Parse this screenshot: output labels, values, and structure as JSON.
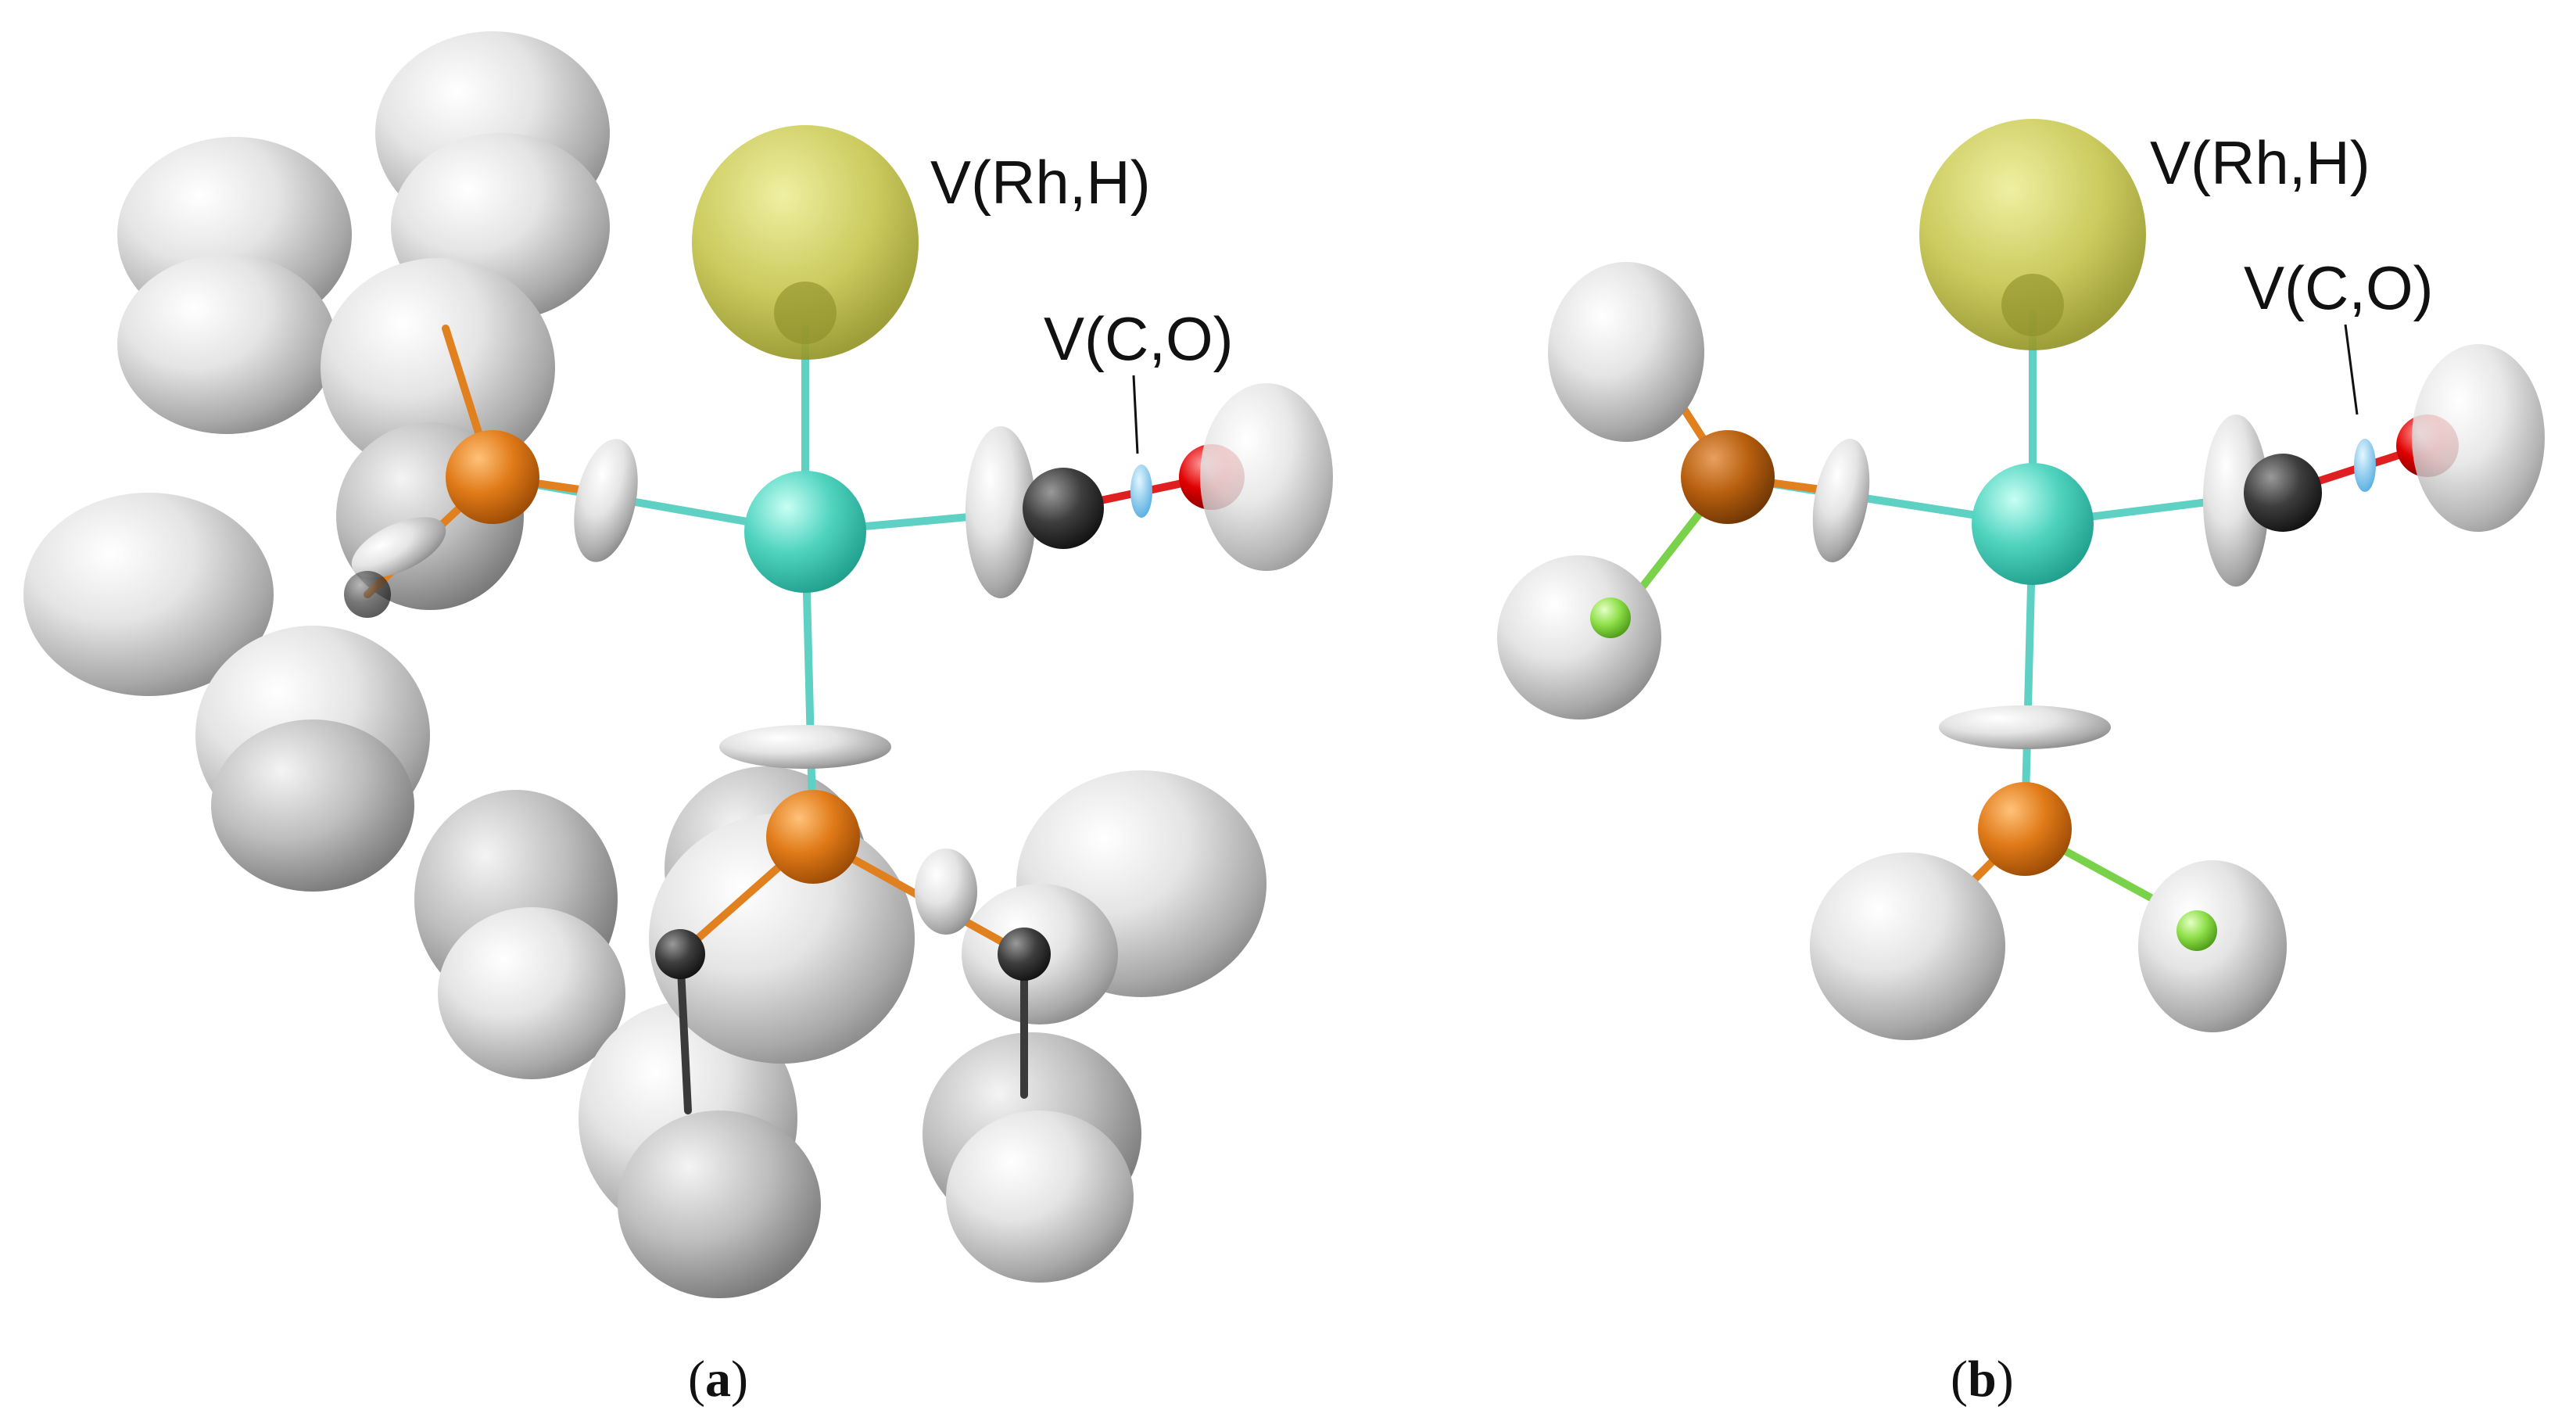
{
  "panels": [
    {
      "caption_open": "(",
      "caption_letter": "a",
      "caption_close": ")",
      "labels": [
        "V(Rh,H)",
        "V(C,O)"
      ]
    },
    {
      "caption_open": "(",
      "caption_letter": "b",
      "caption_close": ")",
      "labels": [
        "V(Rh,H)",
        "V(C,O)"
      ]
    }
  ],
  "colors": {
    "background": "#ffffff",
    "rhodium": "#55d6c2",
    "phosphorus_a": "#d9741a",
    "phosphorus_b": "#c0640f",
    "carbon": "#3a3a3a",
    "oxygen": "#e00000",
    "fluorine": "#8fe04a",
    "basin_rh_h": "#c2c24a",
    "basin_core": "#dcdcdc",
    "basin_c_o": "#7cc4ea",
    "bond_rh": "#5fd1c4",
    "bond_p": "#e0801e",
    "bond_f": "#7ad24a",
    "bond_co": "#e02020"
  }
}
